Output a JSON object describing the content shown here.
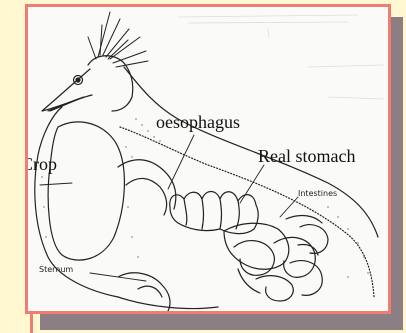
{
  "labels": {
    "crop": "Crop",
    "oesophagus": "oesophagus",
    "real_stomach": "Real stomach",
    "intestines": "Intestines",
    "sternum": "Sternum"
  },
  "colors": {
    "background": "#fff8d0",
    "frame_border": "#f07c72",
    "shadow": "#8b7f84",
    "paper": "#fafaf8"
  }
}
